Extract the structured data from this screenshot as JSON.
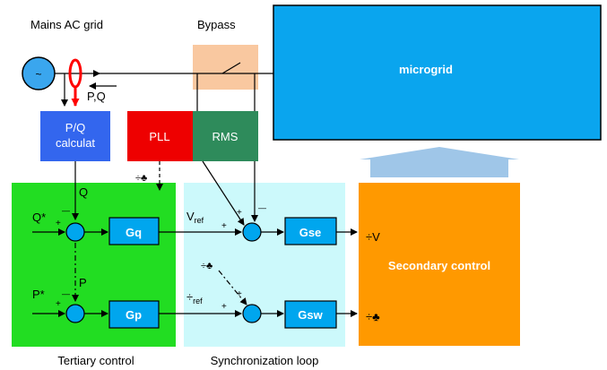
{
  "labels": {
    "mains_grid": "Mains AC grid",
    "bypass": "Bypass",
    "source_symbol": "~",
    "pq_arrow": "P,Q",
    "pq_calc_line1": "P/Q",
    "pq_calc_line2": "calculat",
    "pll": "PLL",
    "rms": "RMS",
    "microgrid": "microgrid",
    "q": "Q",
    "q_star": "Q*",
    "p": "P",
    "p_star": "P*",
    "gq": "Gq",
    "gp": "Gp",
    "gse": "Gse",
    "gsw": "Gsw",
    "v_ref_main": "V",
    "v_ref_sub": "ref",
    "phi_ref_main": "÷",
    "phi_ref_sub": "ref",
    "phi_pll": "÷♣",
    "phi_sync": "÷♣",
    "out_v": "÷V",
    "out_phi": "÷♣",
    "secondary_control": "Secondary control",
    "tertiary_control": "Tertiary control",
    "sync_loop": "Synchronization loop",
    "plus": "+",
    "minus": "—"
  },
  "colors": {
    "green_block": "#22dd22",
    "cyan_block": "#ccf9fb",
    "orange_block": "#ff9900",
    "microgrid_blue": "#0aa5ee",
    "pq_blue": "#3366ee",
    "pll_red": "#ee0000",
    "rms_green": "#2e8b5b",
    "bypass_peach": "#f9c8a0",
    "junction_blue": "#00a6ee",
    "up_arrow": "#9fc6e8",
    "ct_red": "#ff0000"
  }
}
